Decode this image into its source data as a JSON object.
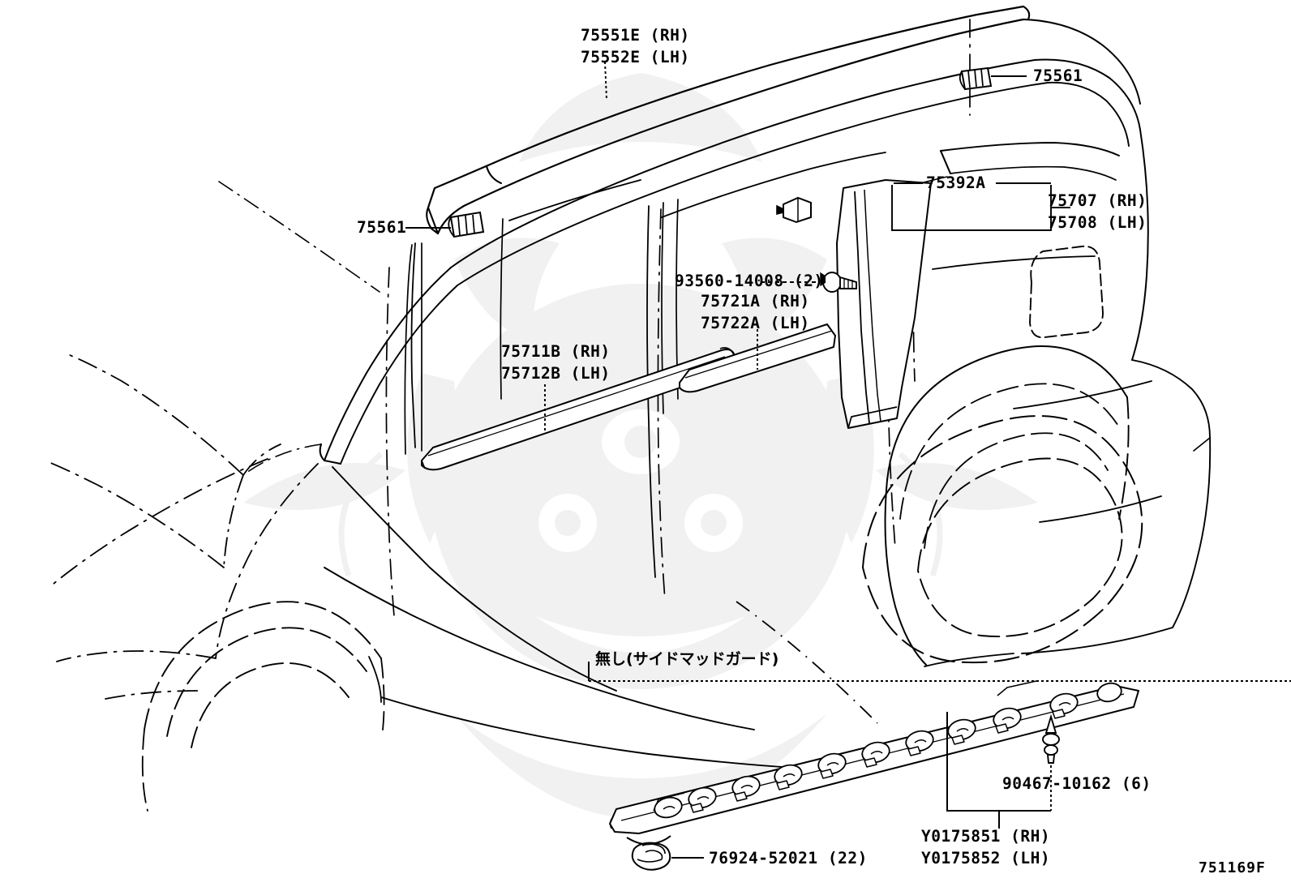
{
  "diagram": {
    "title": "Toyota side moulding parts diagram",
    "figure_id": "751169F",
    "note_jp": "無し(サイドマッドガード)"
  },
  "labels": {
    "roof_rail_rh": "75551E (RH)",
    "roof_rail_lh": "75552E (LH)",
    "clip_right": "75561",
    "clip_left": "75561",
    "pillar_moulding": "75392A",
    "pillar_rh": "75707 (RH)",
    "pillar_lh": "75708 (LH)",
    "screw": "93560-14008 (2)",
    "rear_belt_rh": "75721A (RH)",
    "rear_belt_lh": "75722A (LH)",
    "front_belt_rh": "75711B (RH)",
    "front_belt_lh": "75712B (LH)",
    "rocker_rh": "Y0175851 (RH)",
    "rocker_lh": "Y0175852 (LH)",
    "rocker_clip": "90467-10162 (6)",
    "grommet": "76924-52021 (22)"
  },
  "colors": {
    "line": "#000000",
    "background": "#ffffff",
    "watermark": "#f2f2f2"
  }
}
